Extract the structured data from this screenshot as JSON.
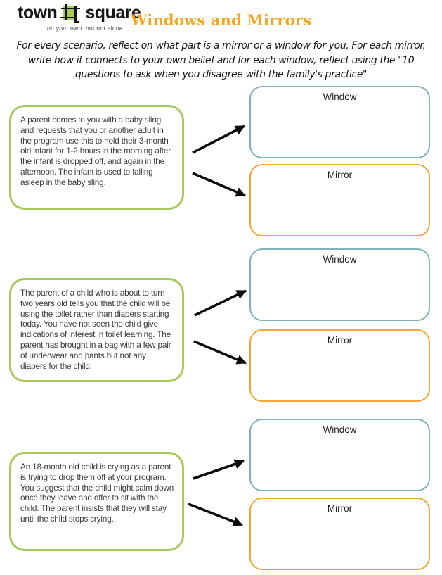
{
  "logo": {
    "word1": "town",
    "word2": "square",
    "tagline": "on your own. but not alone."
  },
  "header": {
    "title": "Windows and Mirrors",
    "instructions": "For every scenario, reflect on what part is a mirror or a window for you. For each mirror, write how it connects to your own belief and for each window, reflect using the \"10 questions to ask when you disagree with the family's practice\""
  },
  "labels": {
    "window": "Window",
    "mirror": "Mirror"
  },
  "scenarios": [
    {
      "text": "A parent comes to you with a baby sling and requests that you or another adult in the program use this to hold their 3-month old infant for 1-2 hours in the morning after the infant is dropped off, and again in the afternoon. The infant is used to falling asleep in the baby sling."
    },
    {
      "text": "The parent of a child who is about to turn two years old tells you that the child will be using the toilet rather than diapers starting today. You have not seen the child give indications of interest in toilet learning. The parent has brought in a bag with a few pair of underwear and pants but not any diapers for the child."
    },
    {
      "text": "An 18-month old child is crying as a parent is trying to drop them off at your program. You suggest that the child might calm down once they leave and offer to sit with the child. The parent insists that they will stay until the child stops crying."
    }
  ],
  "colors": {
    "title": "#f7a41d",
    "scenario_border": "#a8c95e",
    "window_border": "#7fb2ba",
    "mirror_border": "#f3a63a",
    "logo_green": "#a9cb57",
    "arrow": "#0b0b0b"
  }
}
